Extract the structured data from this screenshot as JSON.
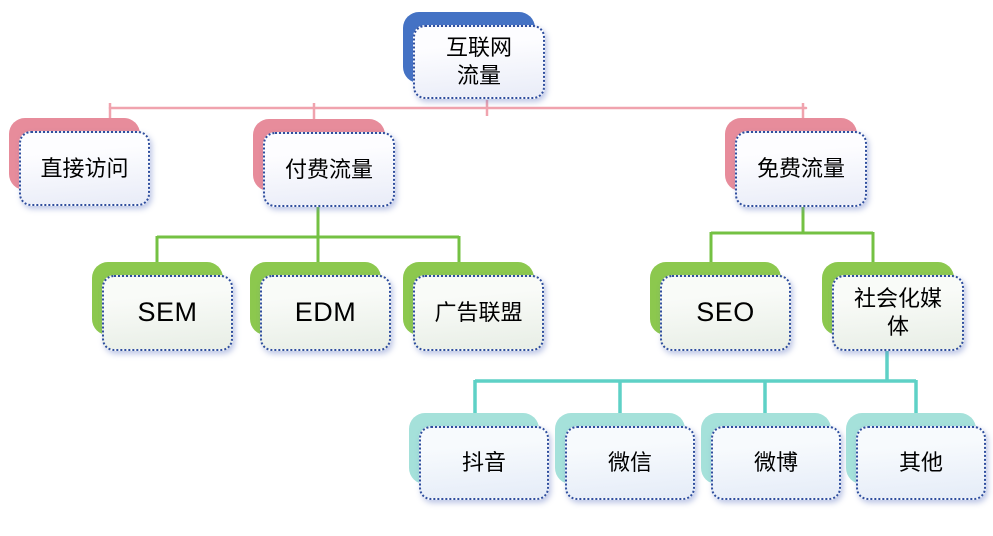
{
  "diagram_title": "",
  "colors": {
    "root_back": "#4472C4",
    "pink_back": "#E78C9B",
    "green_back": "#8CC84E",
    "teal_back": "#A5E1DA",
    "border_dot": "#2F4E9E",
    "line_pink": "#F0A3AE",
    "line_green": "#74C143",
    "line_teal": "#5ED1C6",
    "text_color": "#000000"
  },
  "nodes": {
    "root": {
      "label": "互联网流量",
      "line1": "互联网",
      "line2": "流量"
    },
    "direct": {
      "label": "直接访问"
    },
    "paid": {
      "label": "付费流量"
    },
    "free": {
      "label": "免费流量"
    },
    "sem": {
      "label": "SEM"
    },
    "edm": {
      "label": "EDM"
    },
    "ad_network": {
      "label": "广告联盟"
    },
    "seo": {
      "label": "SEO"
    },
    "social": {
      "label": "社会化媒体",
      "line1": "社会化媒",
      "line2": "体"
    },
    "douyin": {
      "label": "抖音"
    },
    "wechat": {
      "label": "微信"
    },
    "weibo": {
      "label": "微博"
    },
    "other": {
      "label": "其他"
    }
  },
  "edges": [
    {
      "parent": "互联网流量",
      "child": "直接访问"
    },
    {
      "parent": "互联网流量",
      "child": "付费流量"
    },
    {
      "parent": "互联网流量",
      "child": "免费流量"
    },
    {
      "parent": "付费流量",
      "child": "SEM"
    },
    {
      "parent": "付费流量",
      "child": "EDM"
    },
    {
      "parent": "付费流量",
      "child": "广告联盟"
    },
    {
      "parent": "免费流量",
      "child": "SEO"
    },
    {
      "parent": "免费流量",
      "child": "社会化媒体"
    },
    {
      "parent": "社会化媒体",
      "child": "抖音"
    },
    {
      "parent": "社会化媒体",
      "child": "微信"
    },
    {
      "parent": "社会化媒体",
      "child": "微博"
    },
    {
      "parent": "社会化媒体",
      "child": "其他"
    }
  ]
}
